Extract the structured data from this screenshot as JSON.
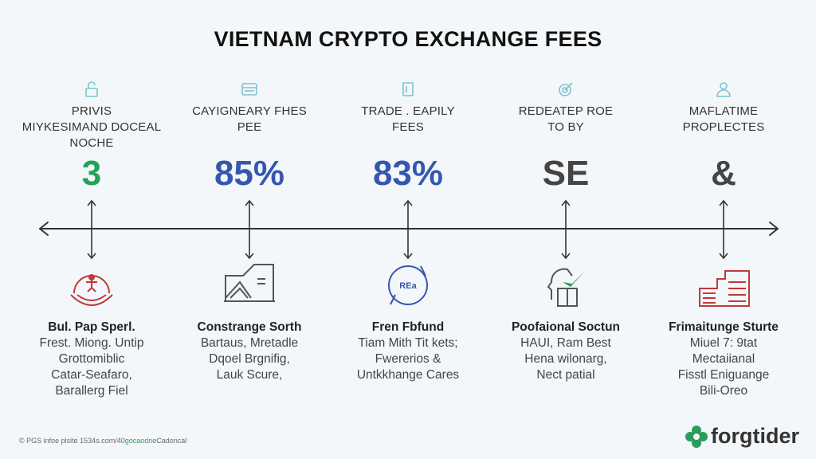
{
  "title": "VIETNAM CRYPTO EXCHANGE FEES",
  "columns": [
    {
      "icon": "lock-icon",
      "heading": [
        "PRIVIS",
        "MIYKESIMAND DOCEAL",
        "NOCHE"
      ],
      "value": "3",
      "value_color": "#1fa45a",
      "bottom_icon": "smiley-figure-icon",
      "bottom_color": "#c0393b",
      "sub_title": "Bul. Pap Sperl.",
      "sub_lines": [
        "Frest. Miong. Untip",
        "Grottomiblic",
        "Catar-Seafaro,",
        "Barallerg Fiel"
      ]
    },
    {
      "icon": "card-icon",
      "heading": [
        "CAYIGNEARY FHES",
        "PEE"
      ],
      "value": "85%",
      "value_color": "#3457b0",
      "bottom_icon": "landscape-chart-icon",
      "bottom_color": "#555555",
      "sub_title": "Constrange Sorth",
      "sub_lines": [
        "Bartaus, Mretadle",
        "Dqoel Brgnifig,",
        "Lauk Scure,"
      ]
    },
    {
      "icon": "document-icon",
      "heading": [
        "TRADE . EAPILY",
        "FEES"
      ],
      "value": "83%",
      "value_color": "#3457b0",
      "bottom_icon": "refresh-circle-icon",
      "bottom_color": "#3a55b0",
      "bottom_label": "REa",
      "sub_title": "Fren Fbfund",
      "sub_lines": [
        "Tiam Mith Tit kets;",
        "Fwererios &",
        "Untkkhange Cares"
      ]
    },
    {
      "icon": "target-icon",
      "heading": [
        "REDEATEP ROE",
        "TO BY"
      ],
      "value": "SE",
      "value_color": "#444444",
      "bottom_icon": "head-check-icon",
      "bottom_color": "#555555",
      "sub_title": "Poofaional Soctun",
      "sub_lines": [
        "HAUI, Ram Best",
        "Hena wilonarg,",
        "Nect patial"
      ]
    },
    {
      "icon": "user-icon",
      "heading": [
        "MAFLATIME",
        "PROPLECTES"
      ],
      "value": "&",
      "value_color": "#444444",
      "bottom_icon": "buildings-icon",
      "bottom_color": "#c0393b",
      "sub_title": "Frimaitunge Sturte",
      "sub_lines": [
        "Miuel 7: 9tat",
        "Mectaiianal",
        "Fisstl Eniguange",
        "Bili-Oreo"
      ]
    }
  ],
  "footer": {
    "prefix": "© PGS infoe plsite 1534s.com/40",
    "link": "gocaodne",
    "suffix": "Cadoncal"
  },
  "brand": {
    "name": "forgtider",
    "color": "#2a9d5c"
  }
}
